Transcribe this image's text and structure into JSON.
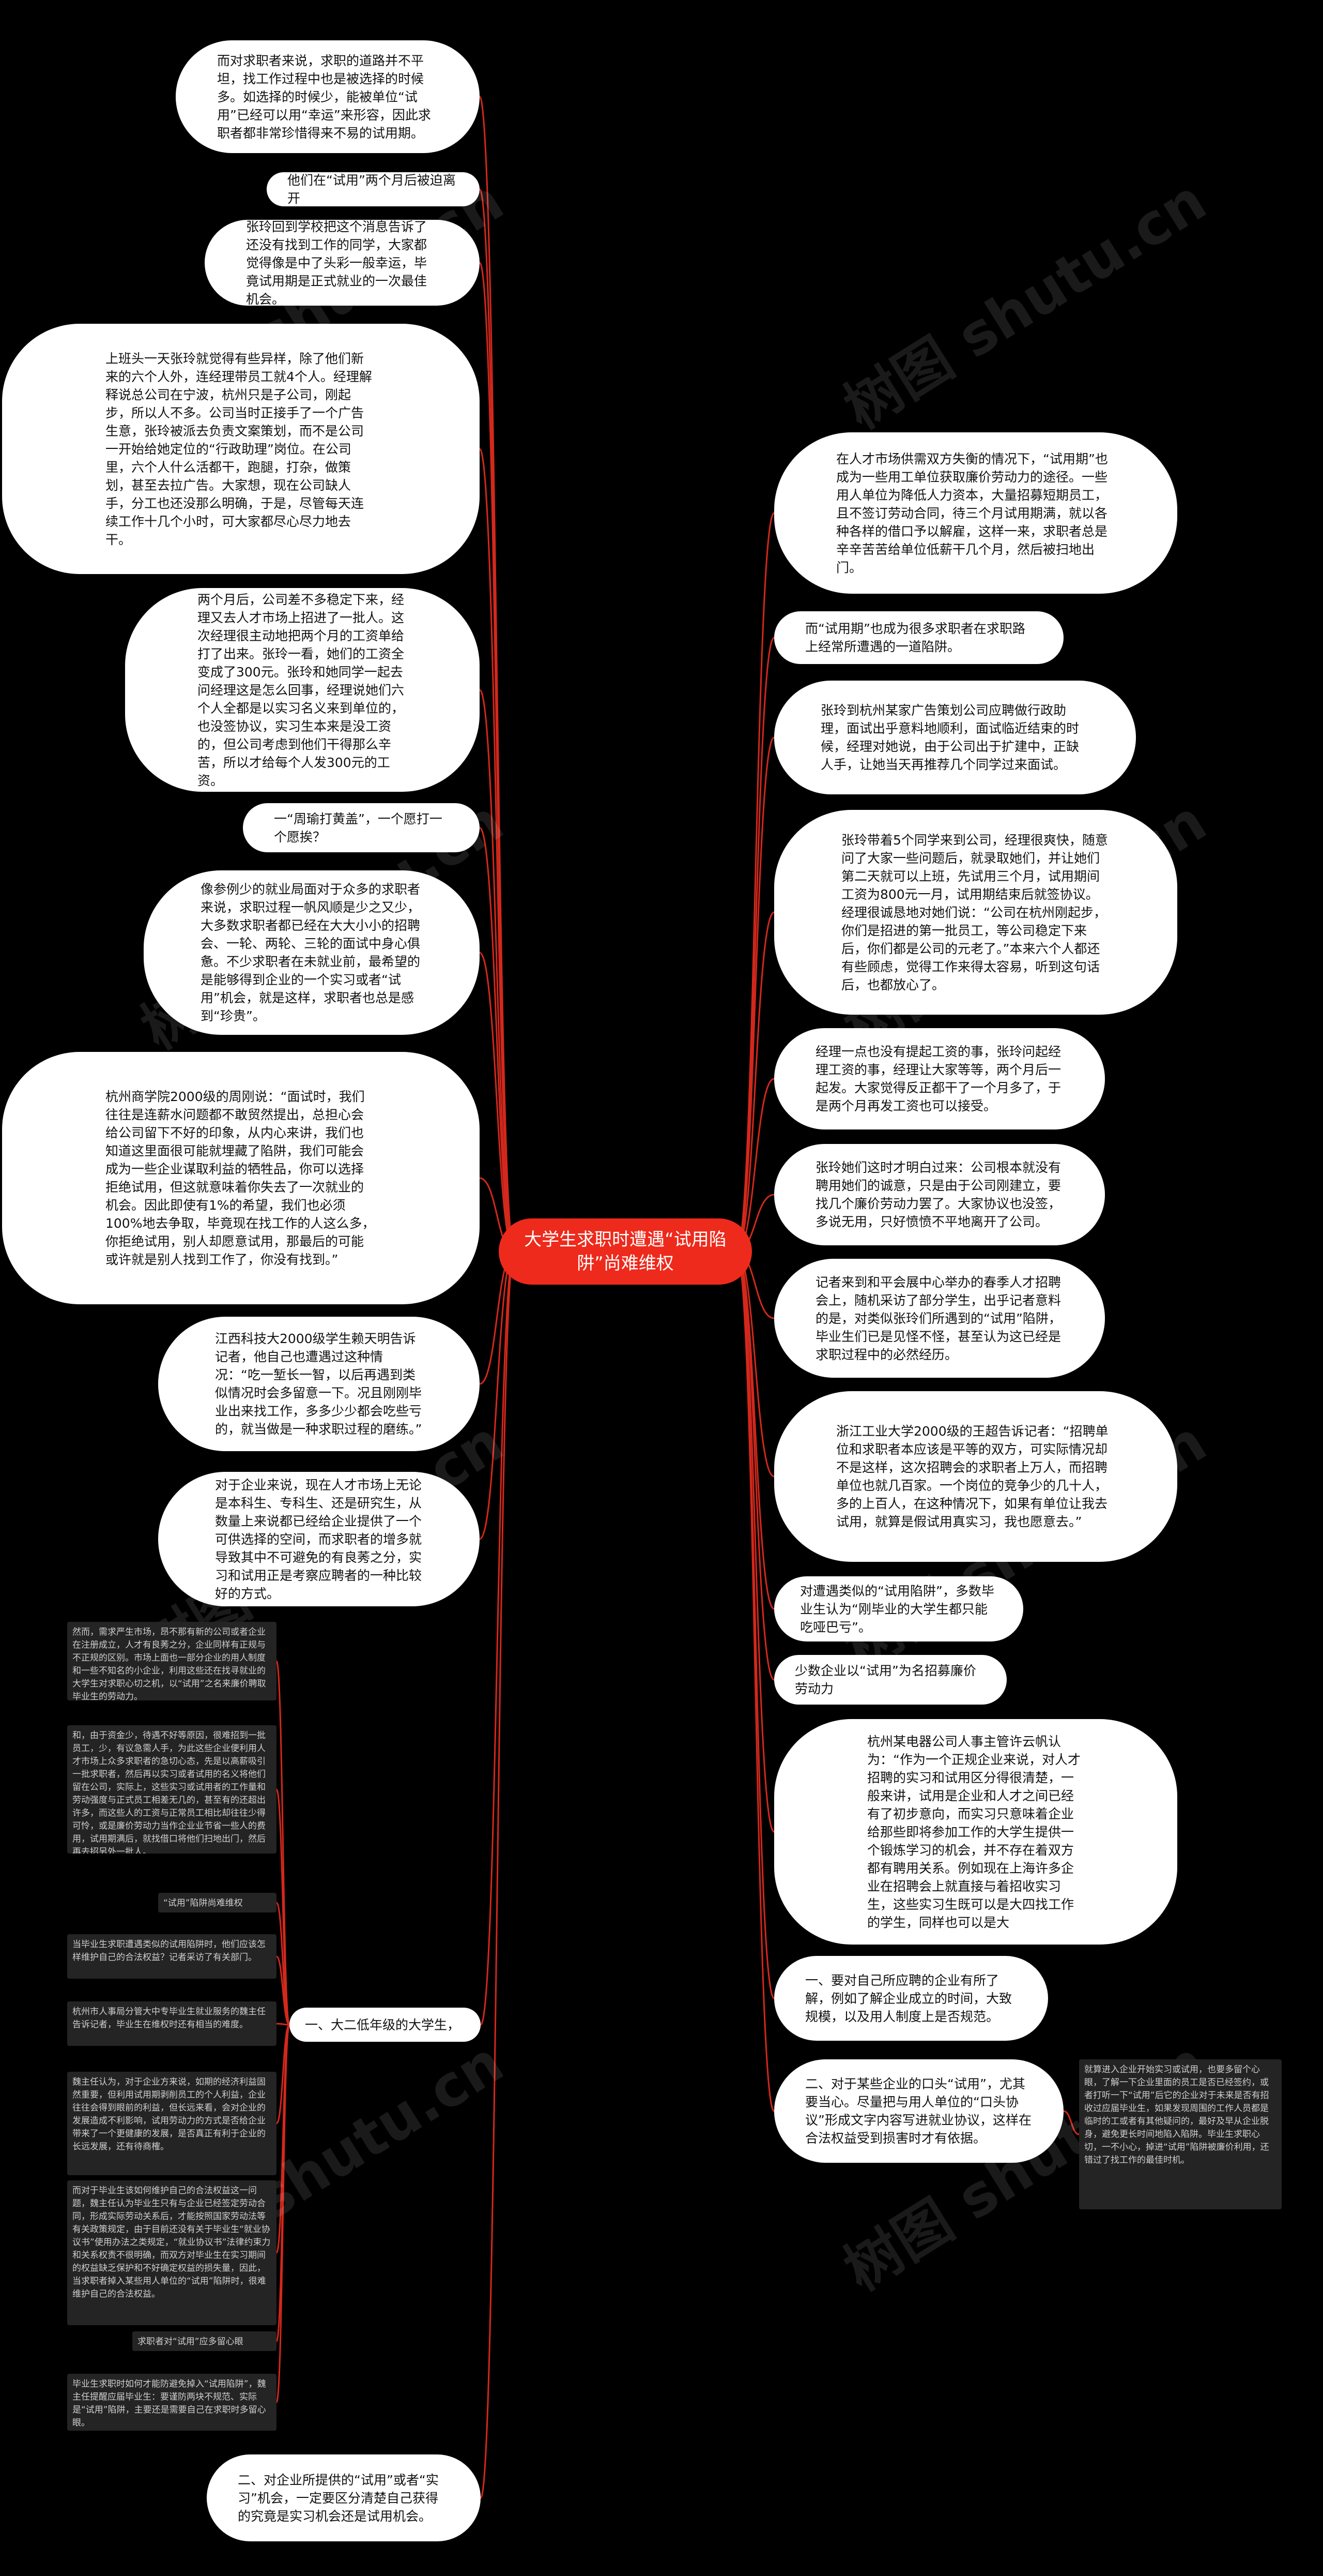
{
  "title": "大学生求职时遭遇“试用陷阱”尚难维权",
  "watermark": "树图 shutu.cn",
  "left_nodes": [
    "而对求职者来说，求职的道路并不平坦，找工作过程中也是被选择的时候多。如选择的时候少，能被单位“试用”已经可以用“幸运”来形容，因此求职者都非常珍惜得来不易的试用期。",
    "他们在“试用”两个月后被迫离开",
    "张玲回到学校把这个消息告诉了还没有找到工作的同学，大家都觉得像是中了头彩一般幸运，毕竟试用期是正式就业的一次最佳机会。",
    "上班头一天张玲就觉得有些异样，除了他们新来的六个人外，连经理带员工就4个人。经理解释说总公司在宁波，杭州只是子公司，刚起步，所以人不多。公司当时正接手了一个广告生意，张玲被派去负责文案策划，而不是公司一开始给她定位的“行政助理”岗位。在公司里，六个人什么活都干，跑腿，打杂，做策划，甚至去拉广告。大家想，现在公司缺人手，分工也还没那么明确，于是，尽管每天连续工作十几个小时，可大家都尽心尽力地去干。",
    "两个月后，公司差不多稳定下来，经理又去人才市场上招进了一批人。这次经理很主动地把两个月的工资单给打了出来。张玲一看，她们的工资全变成了300元。张玲和她同学一起去问经理这是怎么回事，经理说她们六个人全都是以实习名义来到单位的，也没签协议，实习生本来是没工资的，但公司考虑到他们干得那么辛苦，所以才给每个人发300元的工资。",
    "一“周瑜打黄盖”，一个愿打一个愿挨？",
    "像参例少的就业局面对于众多的求职者来说，求职过程一帆风顺是少之又少，大多数求职者都已经在大大小小的招聘会、一轮、两轮、三轮的面试中身心俱惫。不少求职者在未就业前，最希望的是能够得到企业的一个实习或者“试用”机会，就是这样，求职者也总是感到“珍贵”。",
    "杭州商学院2000级的周刚说：“面试时，我们往往是连薪水问题都不敢贸然提出，总担心会给公司留下不好的印象，从内心来讲，我们也知道这里面很可能就埋藏了陷阱，我们可能会成为一些企业谋取利益的牺牲品，你可以选择拒绝试用，但这就意味着你失去了一次就业的机会。因此即使有1%的希望，我们也必须100%地去争取，毕竟现在找工作的人这么多，你拒绝试用，别人却愿意试用，那最后的可能或许就是别人找到工作了，你没有找到。”",
    "江西科技大2000级学生赖天明告诉记者，他自己也遭遇过这种情况：“吃一堑长一智，以后再遇到类似情况时会多留意一下。况且刚刚毕业出来找工作，多多少少都会吃些亏的，就当做是一种求职过程的磨练。”",
    "对于企业来说，现在人才市场上无论是本科生、专科生、还是研究生，从数量上来说都已经给企业提供了一个可供选择的空间，而求职者的增多就导致其中不可避免的有良莠之分，实习和试用正是考察应聘者的一种比较好的方式。"
  ],
  "right_nodes": [
    "在人才市场供需双方失衡的情况下，“试用期”也成为一些用工单位获取廉价劳动力的途径。一些用人单位为降低人力资本，大量招募短期员工，且不签订劳动合同，待三个月试用期满，就以各种各样的借口予以解雇，这样一来，求职者总是辛辛苦苦给单位低薪干几个月，然后被扫地出门。",
    "而“试用期”也成为很多求职者在求职路上经常所遭遇的一道陷阱。",
    "张玲到杭州某家广告策划公司应聘做行政助理，面试出乎意料地顺利，面试临近结束的时候，经理对她说，由于公司出于扩建中，正缺人手，让她当天再推荐几个同学过来面试。",
    "张玲带着5个同学来到公司，经理很爽快，随意问了大家一些问题后，就录取她们，并让她们第二天就可以上班，先试用三个月，试用期间工资为800元一月，试用期结束后就签协议。经理很诚恳地对她们说：“公司在杭州刚起步，你们是招进的第一批员工，等公司稳定下来后，你们都是公司的元老了。”本来六个人都还有些顾虑，觉得工作来得太容易，听到这句话后，也都放心了。",
    "经理一点也没有提起工资的事，张玲问起经理工资的事，经理让大家等等，两个月后一起发。大家觉得反正都干了一个月多了，于是两个月再发工资也可以接受。",
    "张玲她们这时才明白过来：公司根本就没有聘用她们的诚意，只是由于公司刚建立，要找几个廉价劳动力罢了。大家协议也没签，多说无用，只好愤愤不平地离开了公司。",
    "记者来到和平会展中心举办的春季人才招聘会上，随机采访了部分学生，出乎记者意料的是，对类似张玲们所遇到的“试用”陷阱，毕业生们已是见怪不怪，甚至认为这已经是求职过程中的必然经历。",
    "浙江工业大学2000级的王超告诉记者：“招聘单位和求职者本应该是平等的双方，可实际情况却不是这样，这次招聘会的求职者上万人，而招聘单位也就几百家。一个岗位的竞争少的几十人，多的上百人，在这种情况下，如果有单位让我去试用，就算是假试用真实习，我也愿意去。”",
    "对遭遇类似的“试用陷阱”，多数毕业生认为“刚毕业的大学生都只能吃哑巴亏”。",
    "少数企业以“试用”为名招募廉价劳动力",
    "杭州某电器公司人事主管许云帆认为：“作为一个正规企业来说，对人才招聘的实习和试用区分得很清楚，一般来讲，试用是企业和人才之间已经有了初步意向，而实习只意味着企业给那些即将参加工作的大学生提供一个锻炼学习的机会，并不存在着双方都有聘用关系。例如现在上海许多企业在招聘会上就直接与着招收实习生，这些实习生既可以是大四找工作的学生，同样也可以是大",
    "一、要对自己所应聘的企业有所了解，例如了解企业成立的时间，大致规模，以及用人制度上是否规范。",
    "二、对于某些企业的口头“试用”，尤其要当心。尽量把与用人单位的“口头协议”形成文字内容写进就业协议，这样在合法权益受到损害时才有依据。"
  ],
  "right_dark": "就算进入企业开始实习或试用，也要多留个心眼，了解一下企业里面的员工是否已经签约，或者打听一下“试用”后它的企业对于未来是否有招收过应届毕业生，如果发现周围的工作人员都是临时的工或者有其他疑问的，最好及早从企业脱身，避免更长时间地陷入陷阱。毕业生求职心切，一不小心，掉进“试用”陷阱被廉价利用，还错过了找工作的最佳时机。",
  "bottom_nodes": [
    "一、大二低年级的大学生，",
    "二、对企业所提供的“试用”或者“实习”机会，一定要区分清楚自己获得的究竟是实习机会还是试用机会。"
  ],
  "left_dark": [
    "然而，需求严生市场，昂不那有新的公司或者企业在注册成立，人才有良莠之分，企业同样有正规与不正规的区别。市场上面也一部分企业的用人制度和一些不知名的小企业，利用这些还在找寻就业的大学生对求职心切之机，以“试用”之名来廉价聘取毕业生的劳动力。",
    "和，由于资金少，待遇不好等原因，很难招到一批员工，少，有议急需人手，为此这些企业便利用人才市场上众多求职者的急切心态，先是以高薪吸引一批求职者，然后再以实习或者试用的名义将他们留在公司，实际上，这些实习或试用者的工作量和劳动强度与正式员工相差无几的，甚至有的还超出许多，而这些人的工资与正常员工相比却往往少得可怜，或是廉价劳动力当作企业业节省一些人的费用，试用期满后，就找借口将他们扫地出门，然后再去招另外一批人。",
    "“试用”陷阱尚难维权",
    "当毕业生求职遭遇类似的试用陷阱时，他们应该怎样维护自己的合法权益？记者采访了有关部门。",
    "杭州市人事局分管大中专毕业生就业服务的魏主任告诉记者，毕业生在维权时还有相当的难度。",
    "魏主任认为，对于企业方来说，如期的经济利益固然重要，但利用试用期剥削员工的个人利益，企业往往会得到眼前的利益，但长远来看，会对企业的发展造成不利影响，试用劳动力的方式是否给企业带来了一个更健康的发展，是否真正有利于企业的长远发展，还有待商榷。",
    "而对于毕业生该如何维护自己的合法权益这一问题，魏主任认为毕业生只有与企业已经签定劳动合同，形成实际劳动关系后，才能按照国家劳动法等有关政策规定，由于目前还没有关于毕业生“就业协议书”使用办法之类规定，“就业协议书”法律约束力和关系权责不很明确，而双方对毕业生在实习期间的权益缺乏保护和不好确定权益的损失量，因此，当求职者掉入某些用人单位的“试用”陷阱时，很难维护自己的合法权益。",
    "求职者对“试用”应多留心眼",
    "毕业生求职时如何才能防避免掉入“试用陷阱”，魏主任提醒应届毕业生：要谨防两块不规范、实际是“试用”陷阱，主要还是需要自己在求职时多留心眼。"
  ],
  "colors": {
    "background": "#000000",
    "accent": "#ee2a1c",
    "edge": "#d4281c",
    "node": "#ffffff",
    "dark_box": "#242424"
  }
}
